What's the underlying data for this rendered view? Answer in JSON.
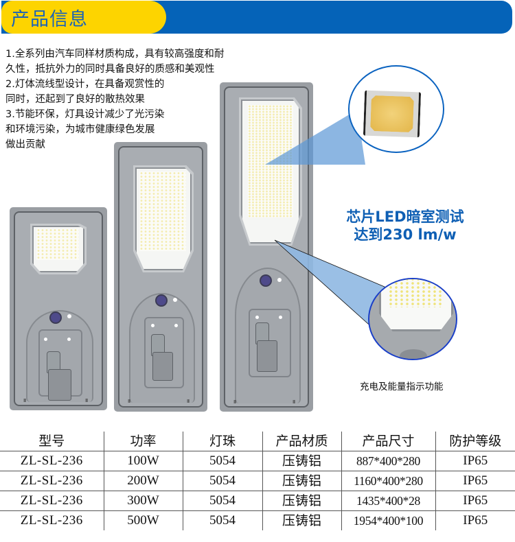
{
  "header": {
    "title": "产品信息",
    "colors": {
      "yellow": "#fdd400",
      "blue": "#0563b8",
      "title_text": "#1a63b8"
    }
  },
  "description": {
    "lines": [
      "1.全系列由汽车同样材质构成，具有较高强度和耐",
      "久性，抵抗外力的同时具备良好的质感和美观性",
      "2.灯体流线型设计，在具备观赏性的",
      "同时，还起到了良好的散热效果",
      "3.节能环保，灯具设计减少了光污染",
      "和环境污染，为城市健康绿色发展",
      "做出贡献"
    ]
  },
  "callouts": {
    "chip_test": {
      "line1": "芯片LED暗室测试",
      "line2": "达到230 lm/w",
      "color": "#0e5fb4"
    },
    "indicator": "充电及能量指示功能"
  },
  "spec_table": {
    "headers": [
      "型号",
      "功率",
      "灯珠",
      "产品材质",
      "产品尺寸",
      "防护等级"
    ],
    "rows": [
      {
        "model": "ZL-SL-236",
        "power": "100W",
        "led": "5054",
        "material": "压铸铝",
        "size": "887*400*280",
        "ip": "IP65"
      },
      {
        "model": "ZL-SL-236",
        "power": "200W",
        "led": "5054",
        "material": "压铸铝",
        "size": "1160*400*280",
        "ip": "IP65"
      },
      {
        "model": "ZL-SL-236",
        "power": "300W",
        "led": "5054",
        "material": "压铸铝",
        "size": "1435*400*28",
        "ip": "IP65"
      },
      {
        "model": "ZL-SL-236",
        "power": "500W",
        "led": "5054",
        "material": "压铸铝",
        "size": "1954*400*100",
        "ip": "IP65"
      }
    ]
  }
}
